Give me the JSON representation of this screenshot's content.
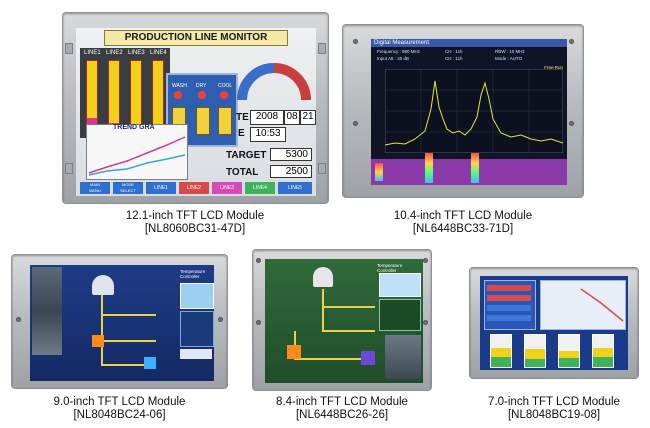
{
  "modules": [
    {
      "size_label": "12.1-inch TFT LCD Module",
      "part_number": "[NL8060BC31-47D]"
    },
    {
      "size_label": "10.4-inch TFT LCD Module",
      "part_number": "[NL6448BC33-71D]"
    },
    {
      "size_label": "9.0-inch TFT LCD Module",
      "part_number": "[NL8048BC24-06]"
    },
    {
      "size_label": "8.4-inch TFT LCD Module",
      "part_number": "[NL6448BC26-26]"
    },
    {
      "size_label": "7.0-inch TFT LCD Module",
      "part_number": "[NL8048BC19-08]"
    }
  ],
  "screen12": {
    "title": "PRODUCTION LINE MONITOR",
    "lines": [
      "LINE1",
      "LINE2",
      "LINE3",
      "LINE4"
    ],
    "switch_labels": [
      "WASH",
      "DRY",
      "COOL"
    ],
    "trend_label": "TREND GRA",
    "date_prefix": "TE",
    "date": [
      "2008",
      "08",
      "21"
    ],
    "time_prefix": "E",
    "time": "10:53",
    "target_label": "TARGET",
    "target_value": "5300",
    "total_label": "TOTAL",
    "total_value": "2500",
    "buttons": [
      "MAIN\nMENU",
      "MODE\nSELECT",
      "LINE1",
      "LINE2",
      "LINE3",
      "LINE4",
      "LINE5"
    ]
  },
  "screen10": {
    "title": "Digital Measurement",
    "info": [
      "Frequency : 980 MHz",
      "CH : 1ch",
      "RBW : 10 MHz",
      "Input Att : 40 dB",
      "CH : 1ch",
      "Mode : AUTO"
    ],
    "corner_label": "Free Run"
  },
  "screen9": {
    "panel_title": "Temperature Controller"
  },
  "screen8": {
    "panel_title": "Temperature Controller"
  },
  "colors": {
    "lcd_blue": "#1b3f8f",
    "lcd_green": "#2f6a3a",
    "spectrum_bg": "#0f1526",
    "spectrum_trace": "#e6e640",
    "spectrum_band": "#8a3aa8",
    "title_yellow": "#f6e27a"
  }
}
